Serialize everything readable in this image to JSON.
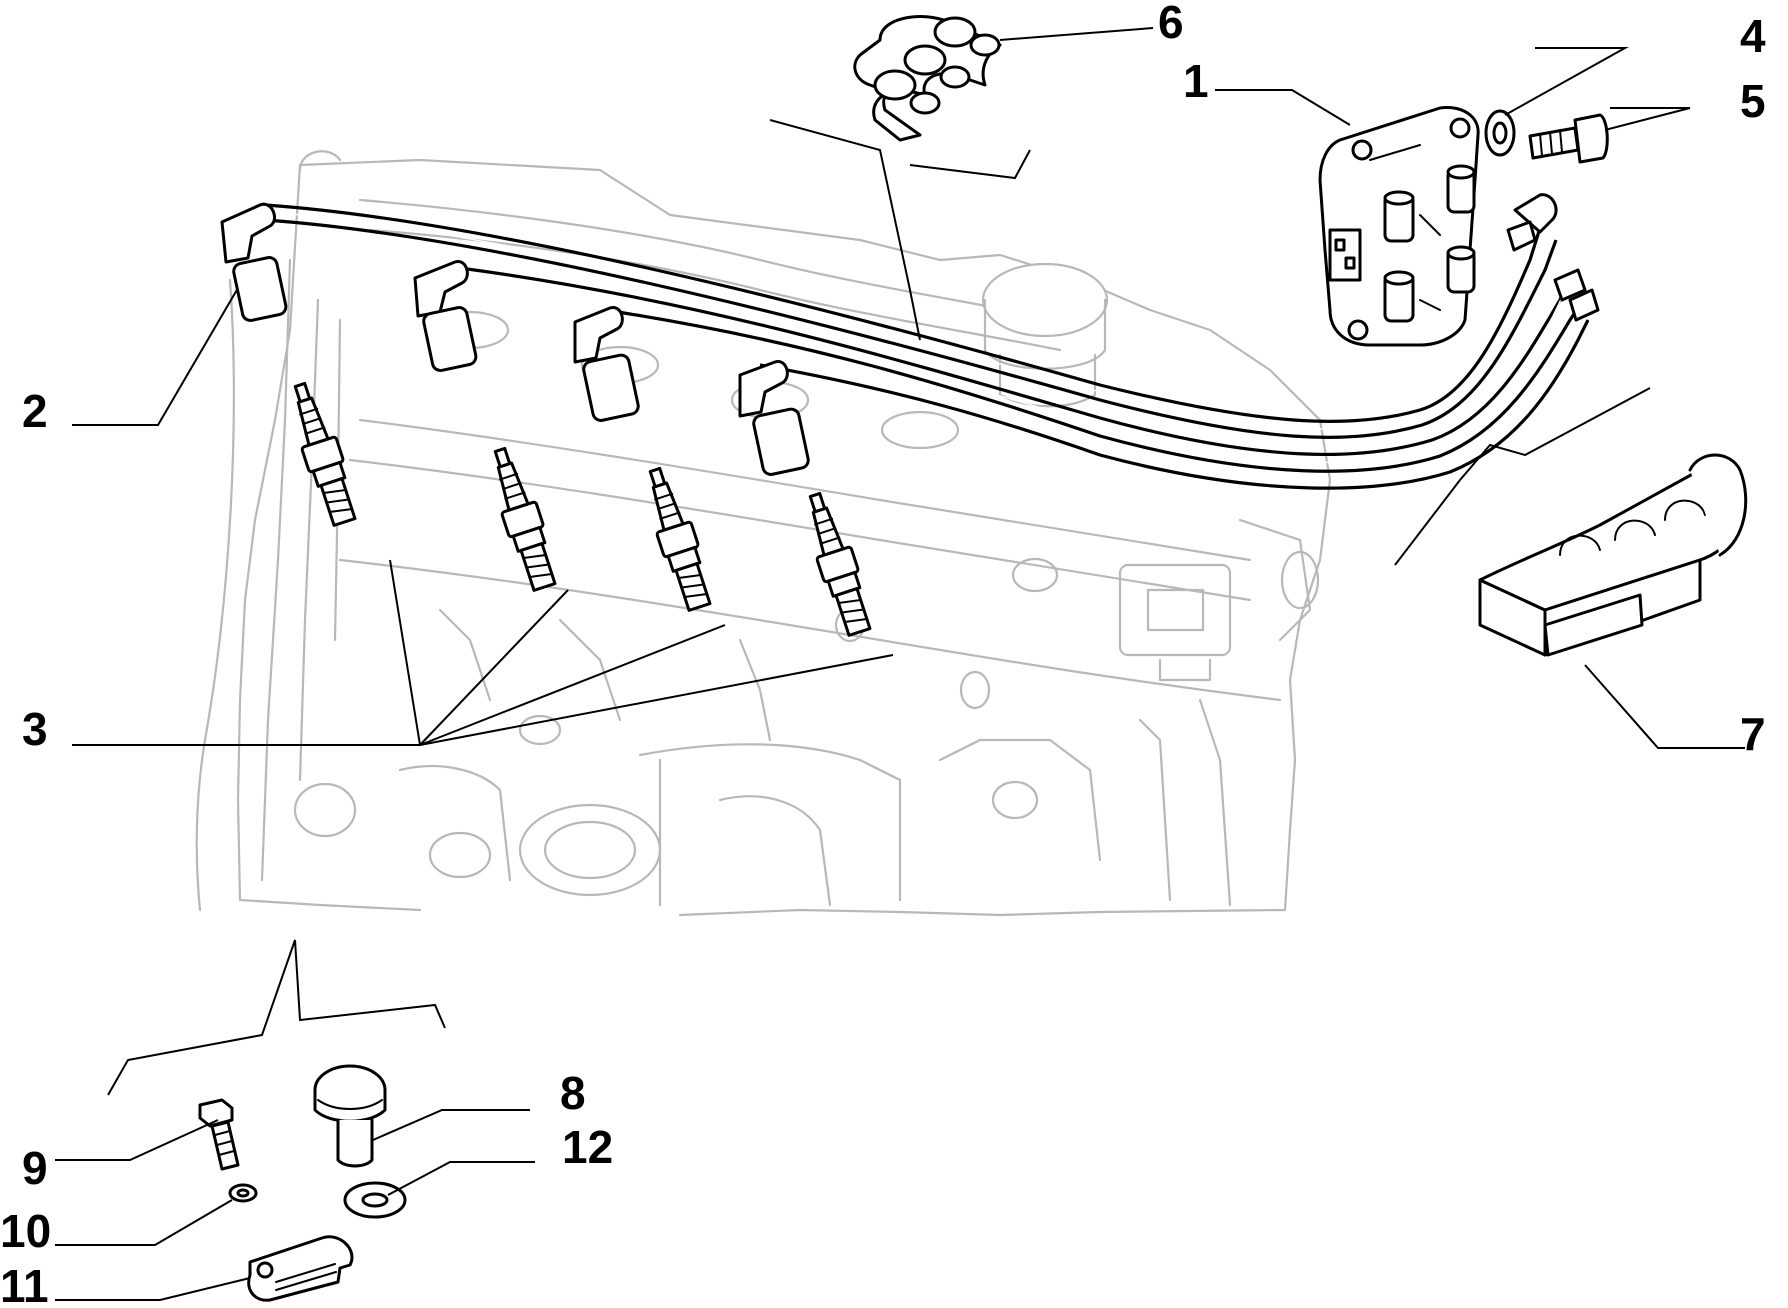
{
  "callouts": [
    {
      "id": "1",
      "label": "1"
    },
    {
      "id": "2",
      "label": "2"
    },
    {
      "id": "3",
      "label": "3"
    },
    {
      "id": "4",
      "label": "4"
    },
    {
      "id": "5",
      "label": "5"
    },
    {
      "id": "6",
      "label": "6"
    },
    {
      "id": "7",
      "label": "7"
    },
    {
      "id": "8",
      "label": "8"
    },
    {
      "id": "9",
      "label": "9"
    },
    {
      "id": "10",
      "label": "10"
    },
    {
      "id": "11",
      "label": "11"
    },
    {
      "id": "12",
      "label": "12"
    }
  ],
  "colors": {
    "ink": "#000000",
    "ghost_outline": "#b8b8b8",
    "background": "#ffffff"
  },
  "icons": [
    "ignition-coil-icon",
    "ignition-lead-set-icon",
    "spark-plug-icon",
    "washer-icon",
    "bolt-icon",
    "lead-clip-icon",
    "lead-support-bracket-icon",
    "sensor-icon",
    "engine-block-ghost-icon"
  ]
}
